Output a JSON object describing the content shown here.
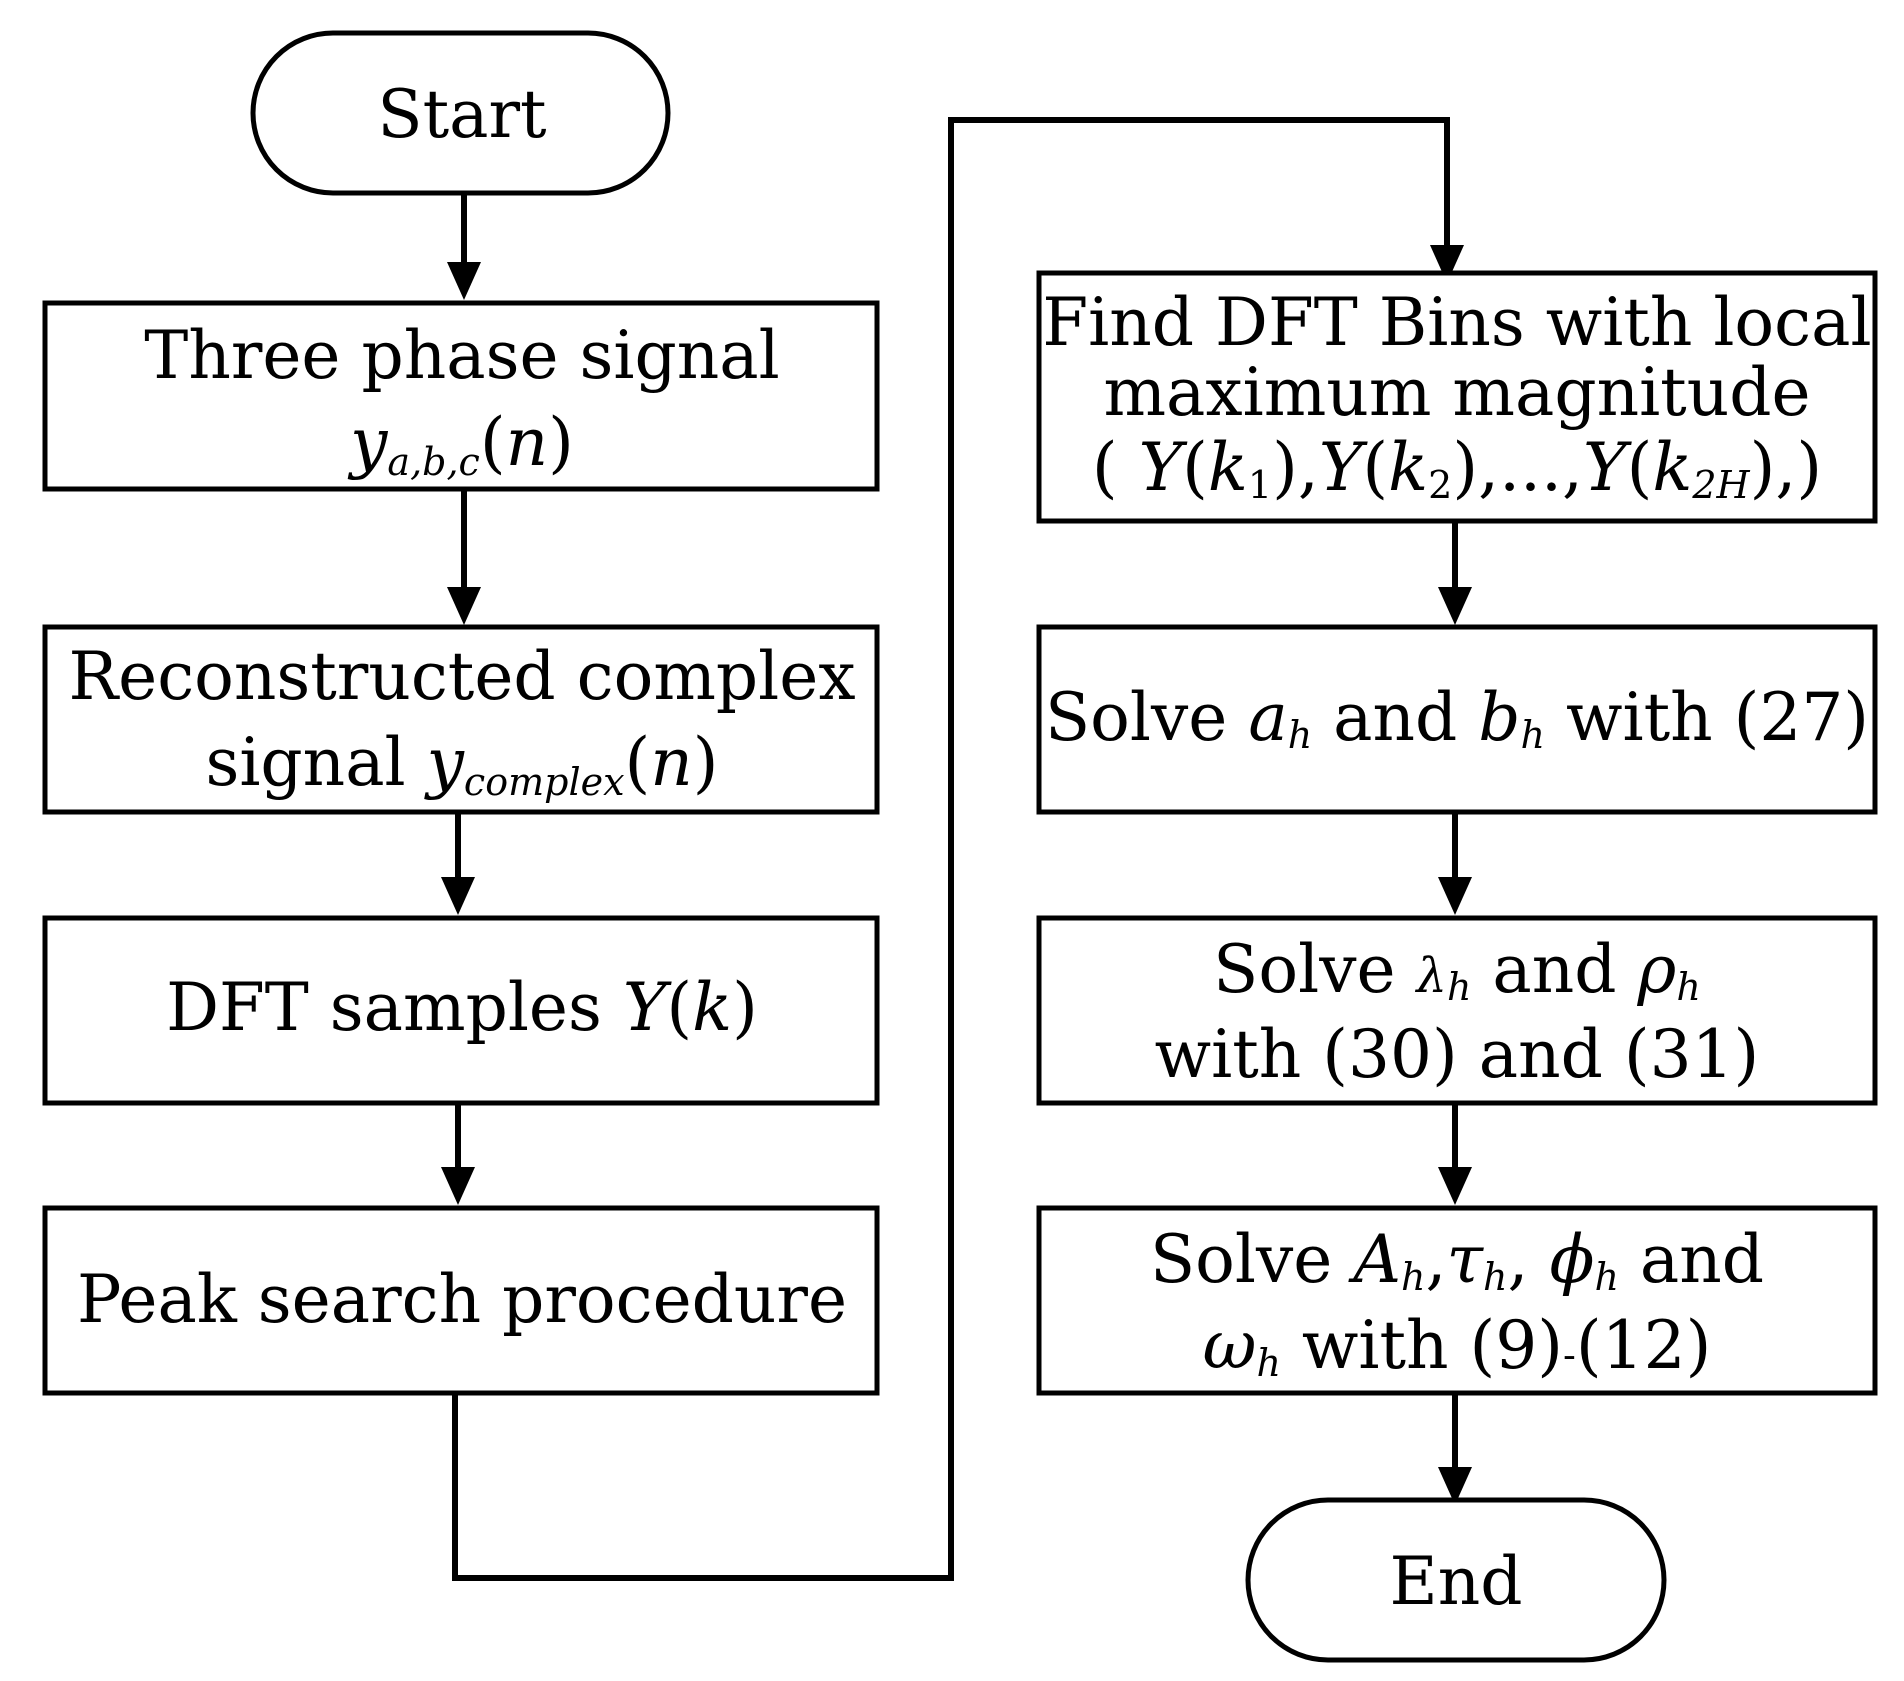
{
  "colors": {
    "stroke": "#000000",
    "fill": "#ffffff",
    "text": "#000000"
  },
  "nodes": {
    "start": {
      "label": "Start"
    },
    "three_phase": {
      "line1": "Three phase signal",
      "var": "y",
      "sub": "a,b,c",
      "arg_open": "(",
      "arg": "n",
      "arg_close": ")"
    },
    "reconstructed": {
      "line1": "Reconstructed complex",
      "line2_prefix": "signal ",
      "var": "y",
      "sub": "complex",
      "arg_open": "(",
      "arg": "n",
      "arg_close": ")"
    },
    "dft": {
      "prefix": "DFT samples ",
      "var": "Y",
      "arg_open": "(",
      "arg": "k",
      "arg_close": ")"
    },
    "peak": {
      "label": "Peak search procedure"
    },
    "find_bins": {
      "line1": "Find DFT Bins with local",
      "line2": "maximum magnitude",
      "l3_open": "( ",
      "l3_Y1": "Y",
      "l3_p1": "(",
      "l3_k1": "k",
      "l3_s1": "1",
      "l3_c1": "),",
      "l3_Y2": "Y",
      "l3_p2": "(",
      "l3_k2": "k",
      "l3_s2": "2",
      "l3_c2": "),...,",
      "l3_Y3": "Y",
      "l3_p3": "(",
      "l3_k3": "k",
      "l3_s3": "2H",
      "l3_c3": "),)"
    },
    "solve_ab": {
      "solve": "Solve ",
      "a": "a",
      "a_sub": "h",
      "and": " and ",
      "b": "b",
      "b_sub": "h",
      "with": " with (27)"
    },
    "solve_lambda": {
      "solve": "Solve ",
      "lambda": "λ",
      "lambda_sub": "h",
      "and": " and ",
      "rho": "ρ",
      "rho_sub": "h",
      "line2": "with (30) and (31)"
    },
    "solve_A": {
      "solve": "Solve ",
      "A": "A",
      "A_sub": "h",
      "comma1": ",",
      "tau": "τ",
      "tau_sub": "h",
      "comma2": ", ",
      "phi": "ϕ",
      "phi_sub": "h",
      "and": " and",
      "omega": "ω",
      "omega_sub": "h",
      "with": " with (9)",
      "dash": "-",
      "eq12": "(12)"
    },
    "end": {
      "label": "End"
    }
  }
}
